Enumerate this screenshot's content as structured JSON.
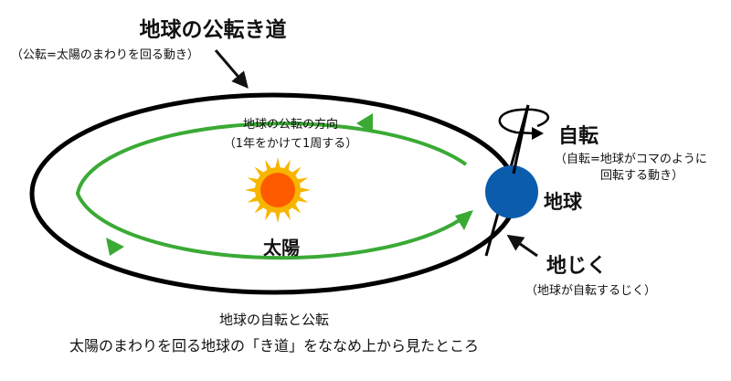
{
  "title": "地球の公転き道",
  "title_note": "（公転=太陽のまわりを回る動き）",
  "orbit_direction": {
    "line1": "地球の公転の方向",
    "line2": "（1年をかけて1周する）"
  },
  "sun_label": "太陽",
  "rotation": {
    "label": "自転",
    "note_line1": "（自転=地球がコマのように",
    "note_line2": "回転する動き）"
  },
  "earth_label": "地球",
  "axis": {
    "label": "地じく",
    "note": "（地球が自転するじく）"
  },
  "caption": {
    "line1": "地球の自転と公転",
    "line2": "太陽のまわりを回る地球の「き道」をななめ上から見たところ"
  },
  "colors": {
    "orbit": "#000000",
    "direction": "#3aaa35",
    "earth": "#0b5cad",
    "sun_core": "#ff5a00",
    "sun_rays": "#f7b500"
  }
}
